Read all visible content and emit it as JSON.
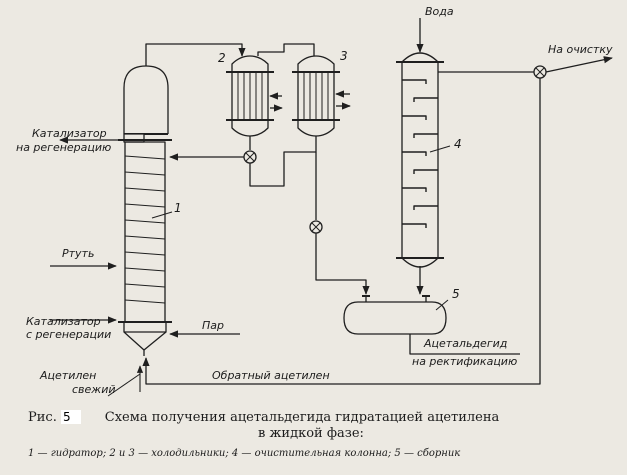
{
  "labels": {
    "voda": "Вода",
    "na_ochistku": "На очистку",
    "katalizator_na_regeneraciyu": [
      "Катализатор",
      "на регенерацию"
    ],
    "rtut": "Ртуть",
    "katalizator_s_regeneracii": [
      "Катализатор",
      "с регенерации"
    ],
    "par": "Пар",
    "acetilen_svezhiy": [
      "Ацетилен",
      "свежий"
    ],
    "obratny_acetilen": "Обратный ацетилен",
    "acetaldegid_na_rektifikaciyu": [
      "Ацетальдегид",
      "на ректификацию"
    ]
  },
  "numbers": {
    "hydrator": "1",
    "cooler_a": "2",
    "cooler_b": "3",
    "column": "4",
    "collector": "5"
  },
  "caption": {
    "prefix": "Рис.",
    "figure_number": "5",
    "title_line1": "Схема получения ацетальдегида гидратацией ацетилена",
    "title_line2": "в жидкой фазе:",
    "legend": "1 — гидратор;  2 и 3 — холодильники;  4 — очистительная колонна;  5 — сборник"
  }
}
